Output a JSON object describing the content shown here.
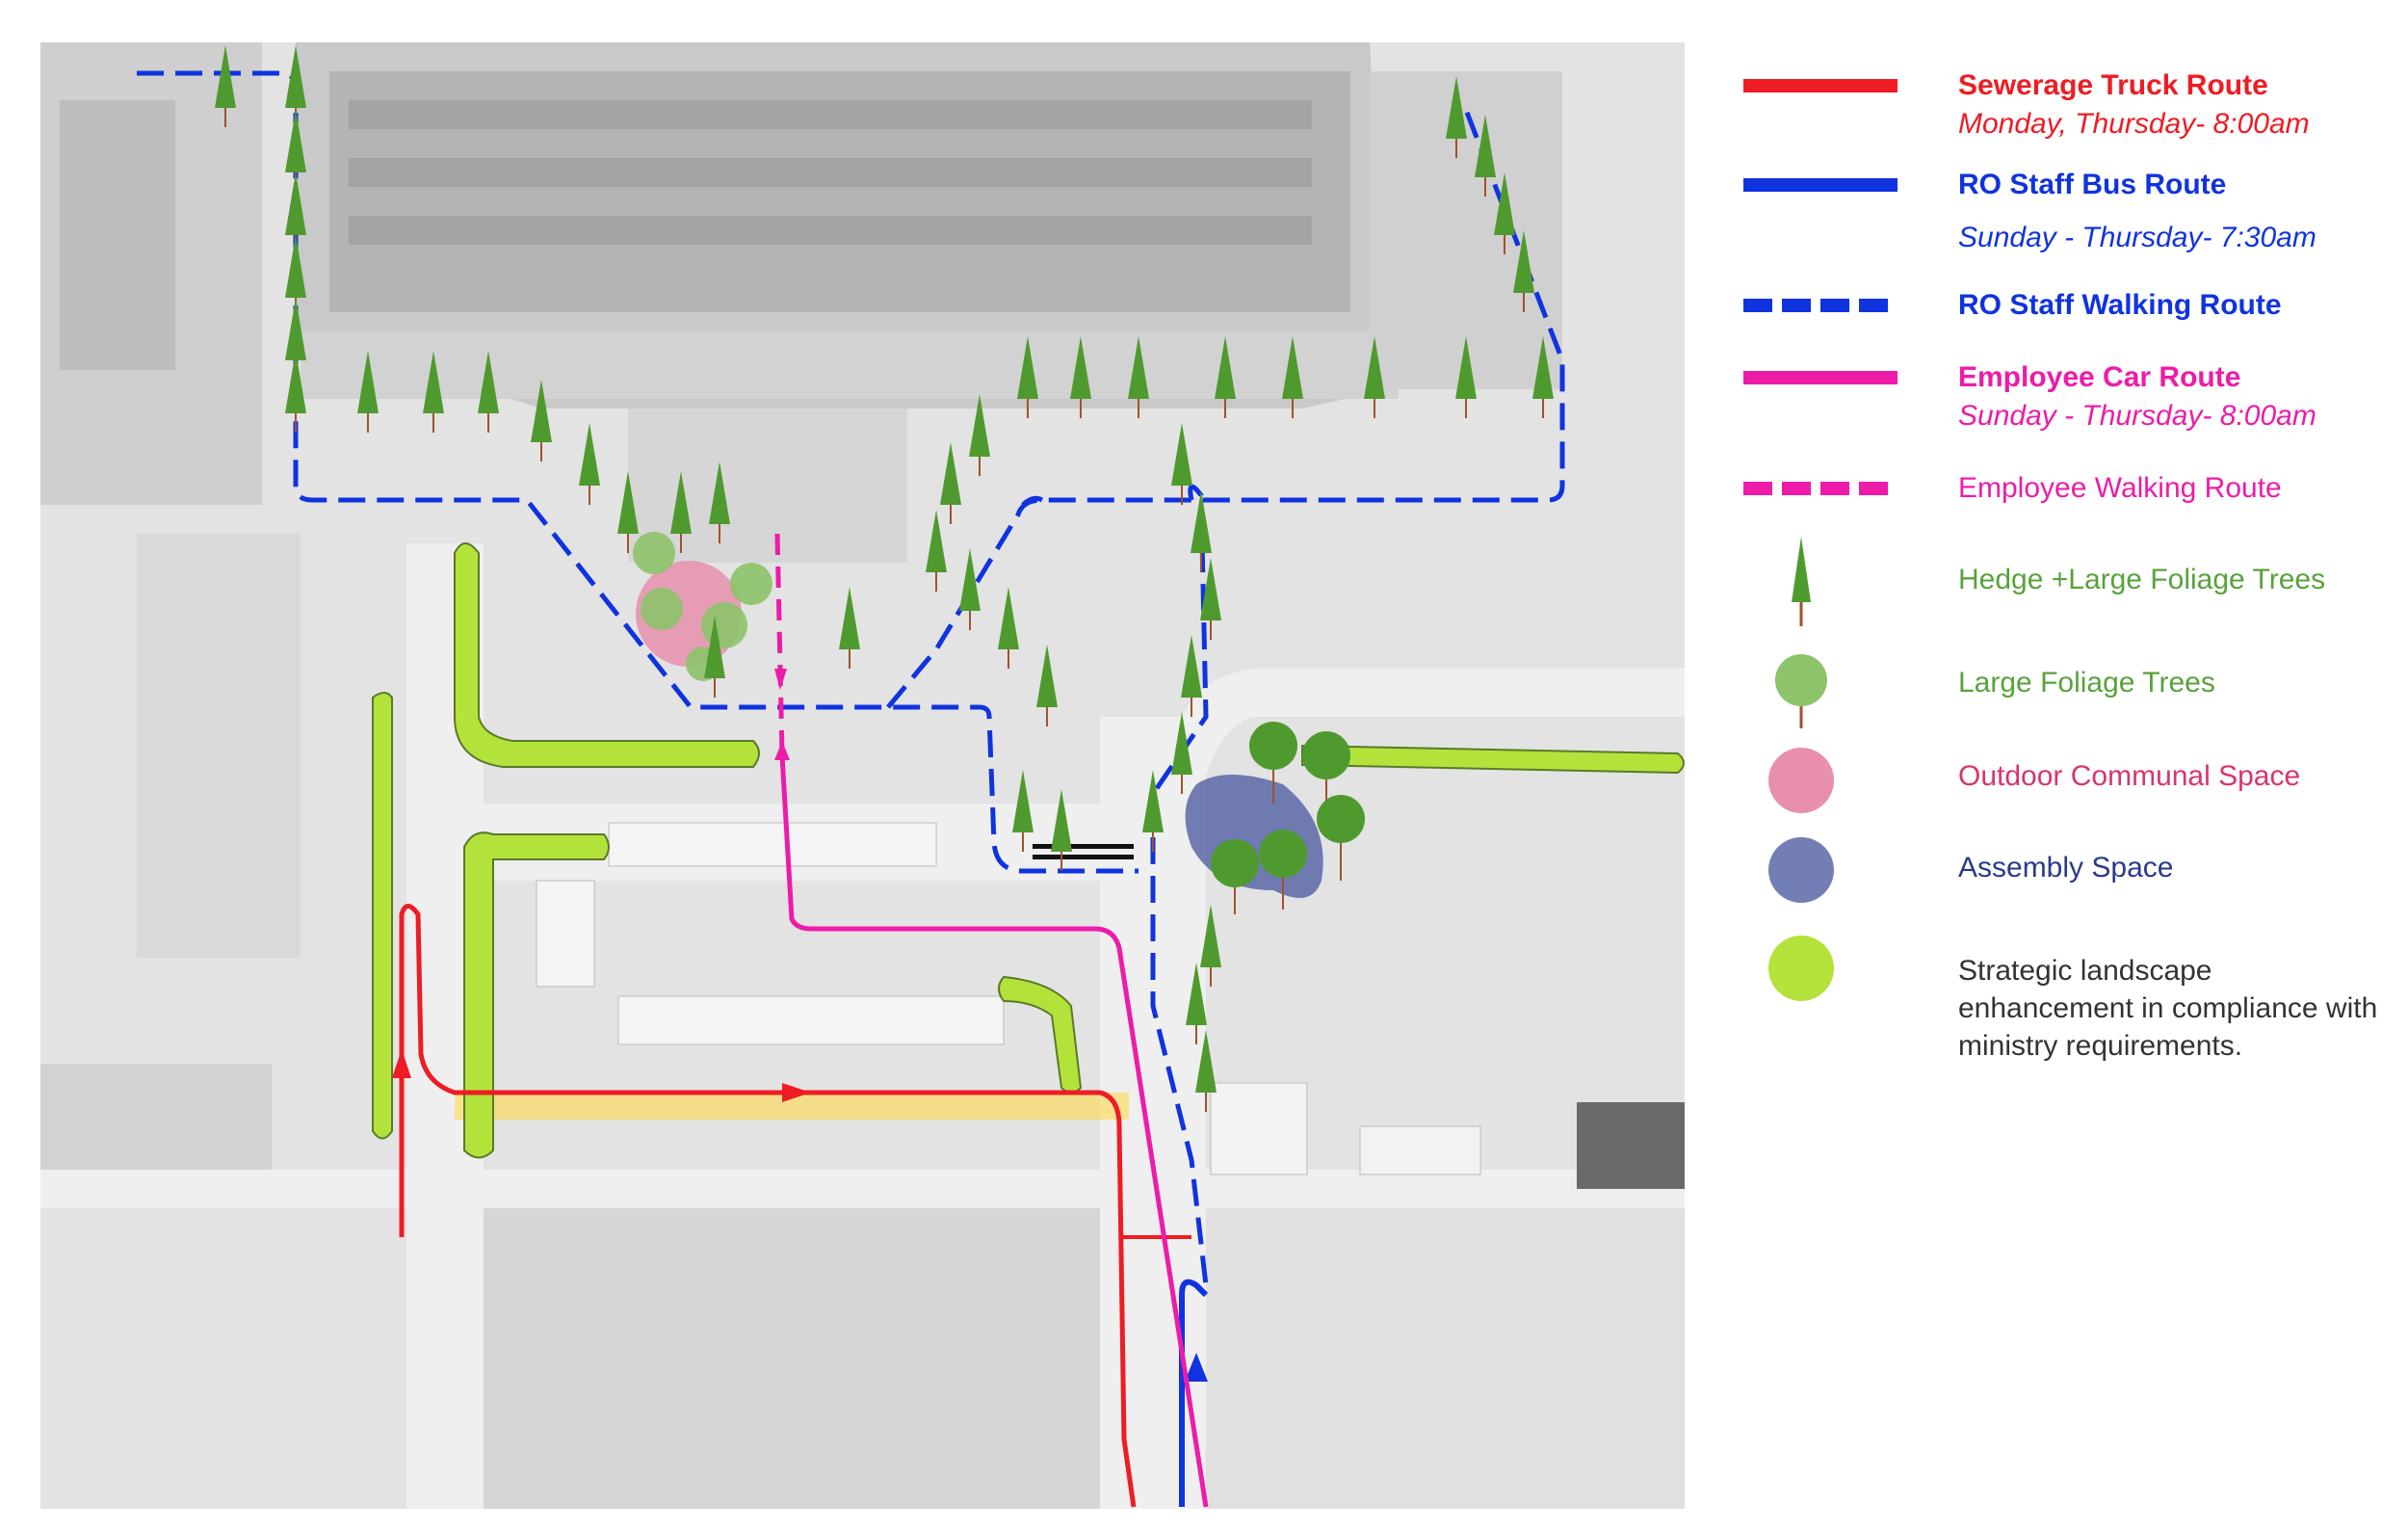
{
  "colors": {
    "sewerage": "#ee1c24",
    "bus": "#1033e0",
    "employee": "#ec1ca8",
    "tree_green": "#4f9a2e",
    "foliage": "#8dc36a",
    "communal": "#e88fae",
    "assembly": "#5b67a8",
    "landscape": "#b3e33a",
    "trunk": "#a0522d"
  },
  "legend": {
    "sewerage": {
      "title": "Sewerage Truck Route",
      "schedule": "Monday, Thursday- 8:00am"
    },
    "bus": {
      "title": "RO Staff Bus Route",
      "schedule": "Sunday - Thursday- 7:30am"
    },
    "walking_staff": {
      "title": "RO Staff Walking Route"
    },
    "employee_car": {
      "title": "Employee Car Route",
      "schedule": "Sunday - Thursday- 8:00am"
    },
    "employee_walk": {
      "title": "Employee Walking Route"
    },
    "hedge": {
      "title": "Hedge +Large Foliage Trees",
      "icon": "tree-icon"
    },
    "foliage": {
      "title": "Large Foliage Trees",
      "icon": "round-tree-icon"
    },
    "communal": {
      "title": "Outdoor Communal Space"
    },
    "assembly": {
      "title": "Assembly  Space"
    },
    "landscape": {
      "title": "Strategic landscape enhancement in compliance with ministry requirements."
    }
  }
}
